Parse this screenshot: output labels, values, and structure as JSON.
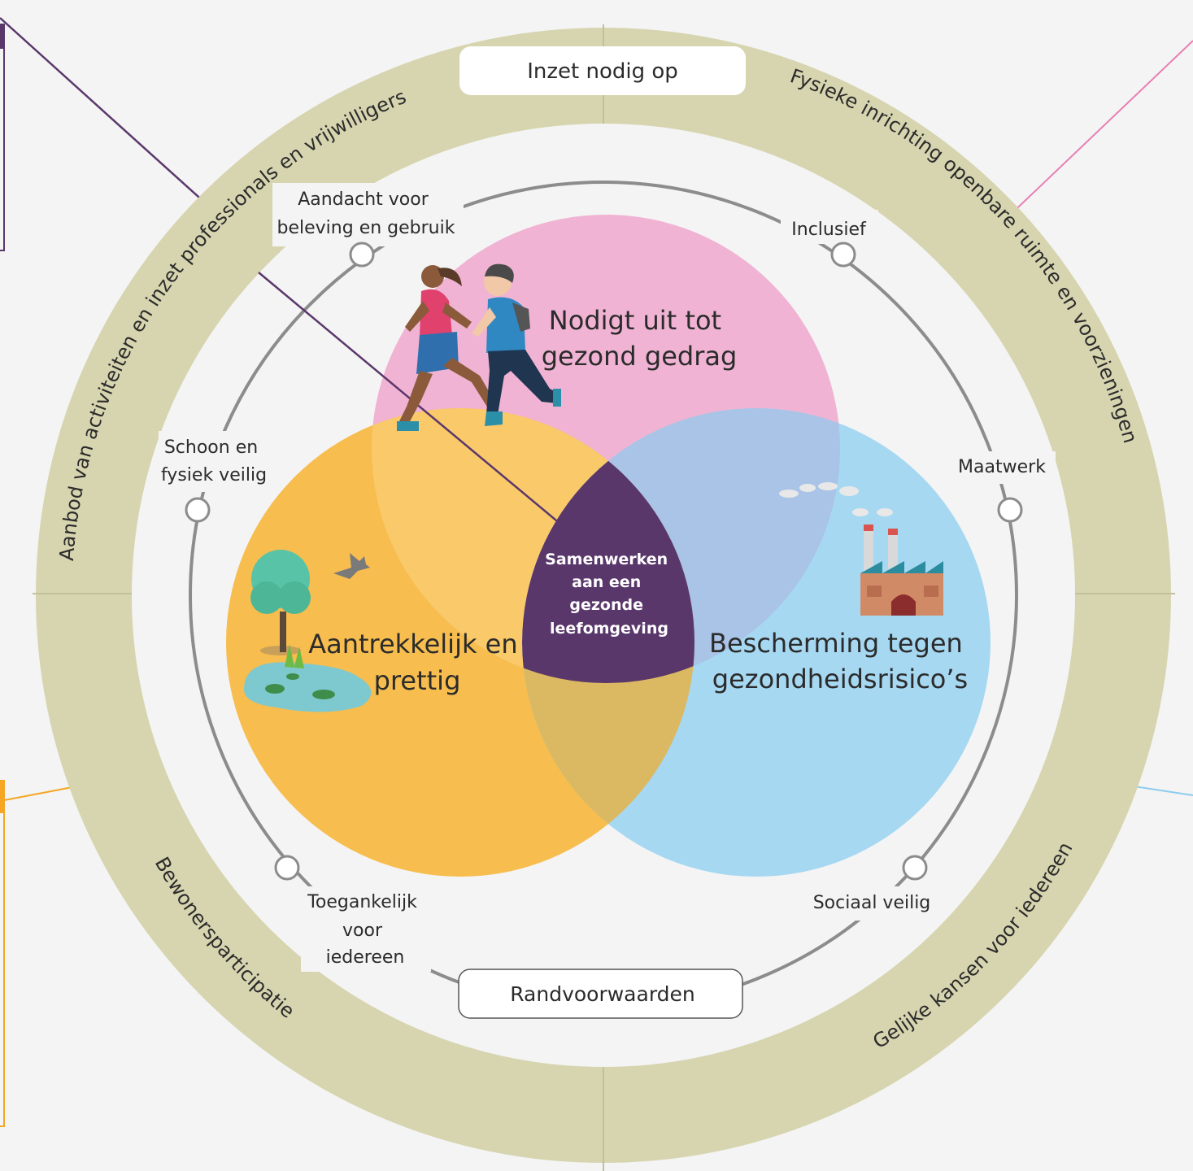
{
  "outer_ring": {
    "top_label": "Inzet nodig op",
    "segments": [
      "Aanbod van activiteiten en inzet professionals en vrijwilligers",
      "Fysieke inrichting openbare ruimte en voorzieningen",
      "Bewonersparticipatie",
      "Gelijke kansen voor iedereen"
    ]
  },
  "inner_ring": {
    "bottom_label": "Randvoorwaarden",
    "nodes": {
      "aandacht": [
        "Aandacht voor",
        "beleving en gebruik"
      ],
      "inclusief": [
        "Inclusief"
      ],
      "schoon": [
        "Schoon en",
        "fysiek veilig"
      ],
      "maatwerk": [
        "Maatwerk"
      ],
      "toegankelijk": [
        "Toegankelijk",
        "voor",
        "iedereen"
      ],
      "sociaal": [
        "Sociaal veilig"
      ]
    }
  },
  "circles": {
    "pink": [
      "Nodigt uit tot",
      "gezond gedrag"
    ],
    "orange": [
      "Aantrekkelijk en",
      "prettig"
    ],
    "blue": [
      "Bescherming tegen",
      "gezondheidsrisico’s"
    ],
    "center": [
      "Samenwerken",
      "aan een",
      "gezonde",
      "leefomgeving"
    ]
  },
  "icons": [
    "runners-icon",
    "tree-pond-icon",
    "bird-icon",
    "factory-icon"
  ],
  "colors": {
    "background": "#f4f4f4",
    "ring": "#d7d5b0",
    "pink": "#f0b3d3",
    "orange": "#f7bd4f",
    "blue": "#a6d8f2",
    "purple": "#5a376b",
    "inner_ring_line": "#8c8c8c"
  }
}
